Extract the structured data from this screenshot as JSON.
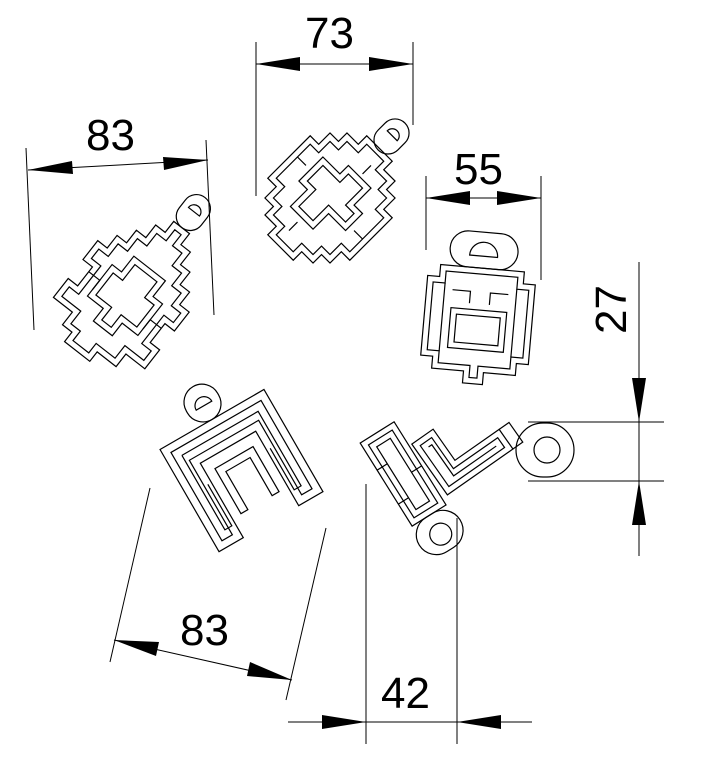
{
  "dimensions": {
    "top_left": "83",
    "top_center": "73",
    "right_upper": "55",
    "right_vertical": "27",
    "bottom_left": "83",
    "bottom_center": "42"
  }
}
